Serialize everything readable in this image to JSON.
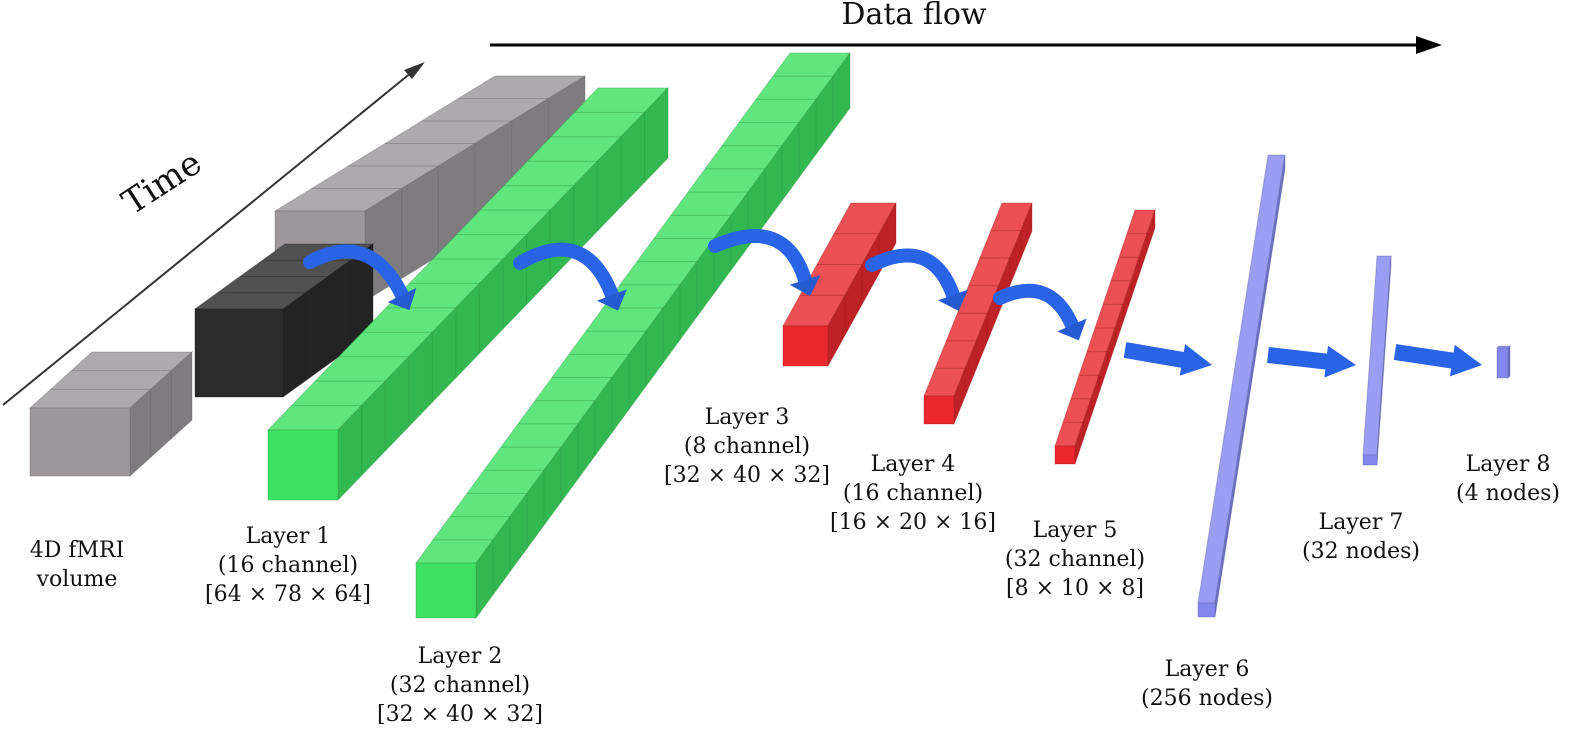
{
  "header": {
    "title": "Data flow"
  },
  "time_axis": {
    "label": "Time"
  },
  "input": {
    "line1": "4D fMRI",
    "line2": "volume"
  },
  "layers": [
    {
      "name": "Layer 1",
      "detail": "(16 channel)",
      "shape": "[64 × 78 × 64]"
    },
    {
      "name": "Layer 2",
      "detail": "(32 channel)",
      "shape": "[32 × 40 × 32]"
    },
    {
      "name": "Layer 3",
      "detail": "(8 channel)",
      "shape": "[32 × 40 × 32]"
    },
    {
      "name": "Layer 4",
      "detail": "(16 channel)",
      "shape": "[16 × 20 × 16]"
    },
    {
      "name": "Layer 5",
      "detail": "(32 channel)",
      "shape": "[8 × 10 × 8]"
    },
    {
      "name": "Layer 6",
      "detail": "(256 nodes)"
    },
    {
      "name": "Layer 7",
      "detail": "(32 nodes)"
    },
    {
      "name": "Layer 8",
      "detail": "(4 nodes)"
    }
  ],
  "colors": {
    "input_light": "#9b979b",
    "input_dark": "#2b2b2b",
    "conv_green": "#3ee063",
    "conv_red": "#e8282e",
    "dense_blue": "#8488ee",
    "arrow_blue": "#2a64e6"
  }
}
